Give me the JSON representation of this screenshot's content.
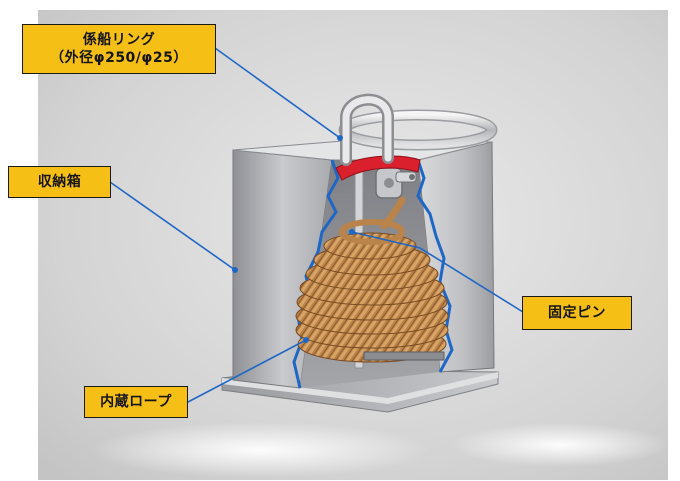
{
  "labels": {
    "ring": {
      "line1": "係船リング",
      "line2": "（外径φ250/φ25）"
    },
    "box": "収納箱",
    "pin": "固定ピン",
    "rope": "内蔵ロープ"
  },
  "colors": {
    "callout_fill": "#f6bf16",
    "leader_line": "#1f67c6",
    "cutaway_edge": "#1f67c6",
    "clamp": "#d9202c",
    "rope": "#b9834a",
    "steel": "#bdbec2"
  }
}
